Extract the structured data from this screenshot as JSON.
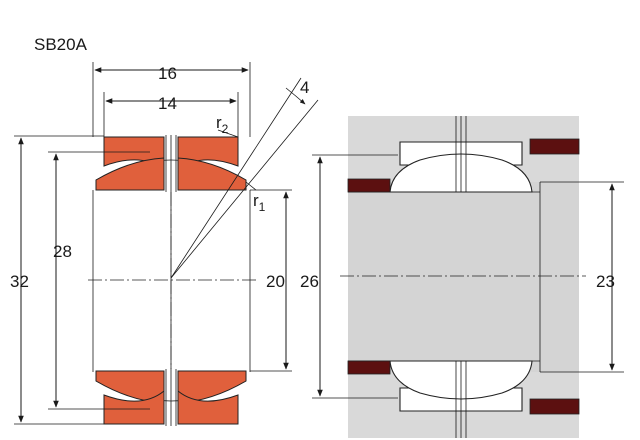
{
  "title": "SB20A",
  "dimensions": {
    "outer_width": "16",
    "inner_width": "14",
    "tilt_angle": "4",
    "outer_diameter": "32",
    "sphere_diameter": "28",
    "bore_diameter": "20",
    "housing_bore": "26",
    "shaft_diameter": "23"
  },
  "radii": {
    "r2_main": "r",
    "r2_sub": "2",
    "r1_main": "r",
    "r1_sub": "1"
  },
  "colors": {
    "bearing_fill": "#e0603c",
    "housing_fill": "#5c1010",
    "mounting_background": "#d9d9d9"
  }
}
